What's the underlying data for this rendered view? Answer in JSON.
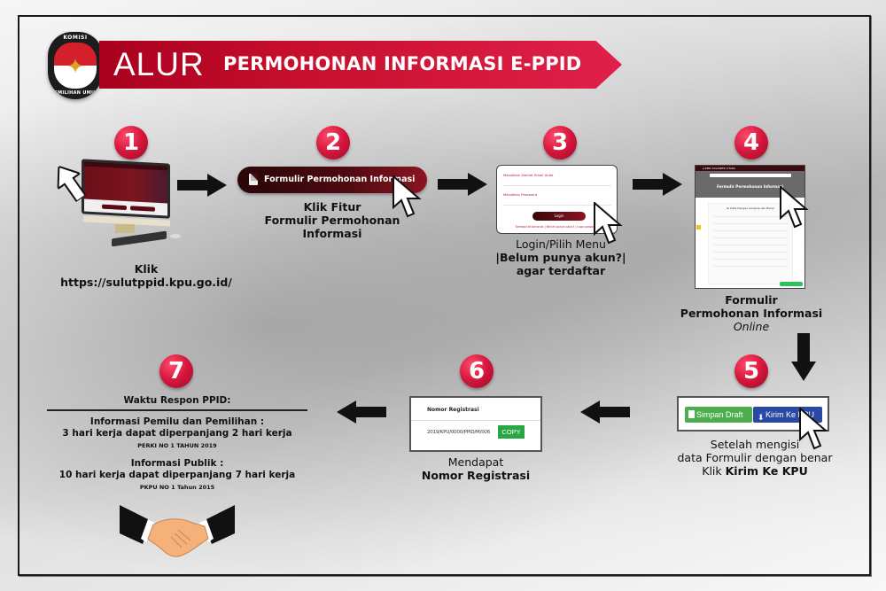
{
  "header": {
    "logo": {
      "top_text": "KOMISI",
      "bottom_text": "PEMILIHAN UMUM",
      "icon": "garuda-emblem-icon"
    },
    "title_prefix": "ALUR",
    "title": "PERMOHONAN INFORMASI E-PPID",
    "brand_color": "#c8102e"
  },
  "steps": [
    {
      "number": "1",
      "caption_line1": "Klik",
      "caption_line2": "https://sulutppid.kpu.go.id/",
      "illustration": "desktop-computer-icon"
    },
    {
      "number": "2",
      "button_label": "Formulir Permohonan Informasi",
      "caption_line1": "Klik Fitur",
      "caption_line2": "Formulir Permohonan",
      "caption_line3": "Informasi"
    },
    {
      "number": "3",
      "email_placeholder": "Masukkan Alamat Email Anda",
      "password_placeholder": "Masukkan Password",
      "login_label": "Login",
      "footer_links": "Kembali ke beranda | Belum punya akun? | Lupa password",
      "caption_line1": "Login/Pilih Menu",
      "caption_line2": "|Belum punya akun?|",
      "caption_line3": "agar terdaftar"
    },
    {
      "number": "4",
      "site_label": "e-PPID SULAWESI UTARA",
      "form_title": "Formulir Permohonan Informasi",
      "form_heading": "Isi Data Dengan Lengkap dan Benar",
      "caption_line1": "Formulir",
      "caption_line2": "Permohonan Informasi",
      "caption_line3": "Online"
    },
    {
      "number": "5",
      "draft_label": "Simpan Draft",
      "submit_label": "Kirim Ke KPU",
      "caption_line1": "Setelah mengisi",
      "caption_line2": "data Formulir dengan benar",
      "caption_line3_prefix": "Klik ",
      "caption_line3_bold": "Kirim Ke KPU"
    },
    {
      "number": "6",
      "reg_label": "Nomor Registrasi",
      "reg_number": "2019/KPU/0000/PPID/M/IX/6",
      "copy_label": "COPY",
      "caption_line1": "Mendapat",
      "caption_line2": "Nomor Registrasi"
    },
    {
      "number": "7",
      "title": "Waktu Respon PPID:",
      "block1_heading": "Informasi Pemilu dan Pemilihan :",
      "block1_text": "3 hari kerja dapat diperpanjang 2 hari kerja",
      "block1_ref": "PERKI NO 1 TAHUN 2019",
      "block2_heading": "Informasi Publik :",
      "block2_text": "10 hari kerja dapat diperpanjang 7 hari kerja",
      "block2_ref": "PKPU NO 1 Tahun 2015",
      "illustration": "handshake-icon"
    }
  ]
}
